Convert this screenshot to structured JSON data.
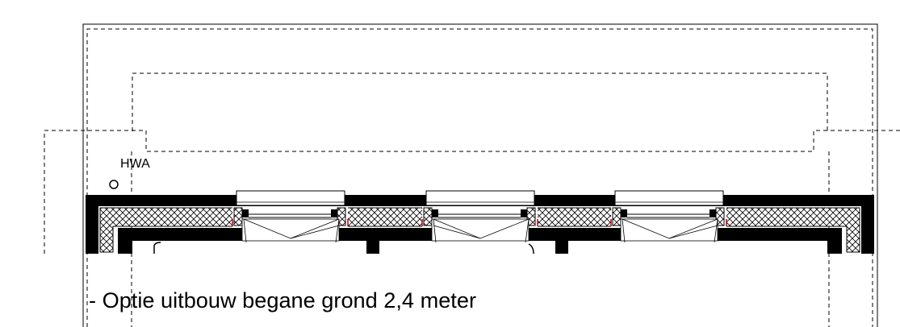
{
  "labels": {
    "hwa": "HWA",
    "caption": "- Optie uitbouw begane grond 2,4 meter"
  },
  "window_count": 3,
  "colors": {
    "line": "#000000",
    "background": "#ffffff",
    "wall_fill": "#000000",
    "sealant_accent": "#c00000"
  }
}
